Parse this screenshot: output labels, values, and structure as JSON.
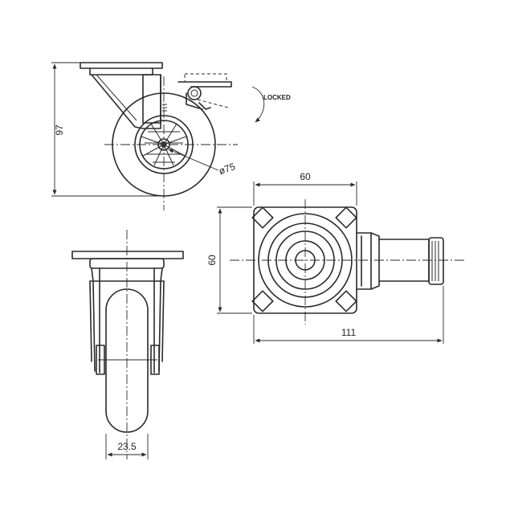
{
  "dimensions": {
    "height": "97",
    "wheel_diameter": "ø75",
    "plate_width": "60",
    "plate_height": "60",
    "overall_length": "111",
    "wheel_width": "23.5"
  },
  "annotations": {
    "locked": "LOCKED"
  }
}
